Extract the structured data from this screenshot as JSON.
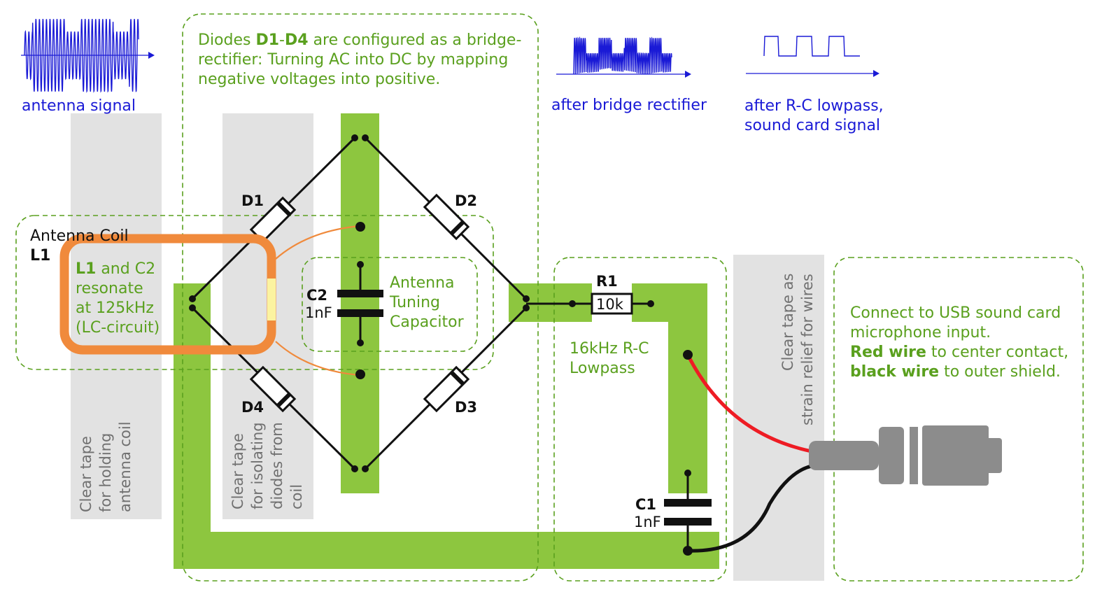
{
  "colors": {
    "trace": "#8dc63f",
    "text_green": "#5aa01e",
    "text_blue": "#1a1ad6",
    "coil": "#f08a3c",
    "tape": "#e2e2e2",
    "tape_text": "#707070",
    "red_wire": "#ee1c24",
    "jack": "#8c8c8c"
  },
  "waveforms": {
    "antenna": "antenna signal",
    "rectified": "after bridge rectifier",
    "lowpass": [
      "after R-C lowpass,",
      "sound card signal"
    ]
  },
  "notes": {
    "bridge": {
      "line1_pre": "Diodes ",
      "line1_bold1": "D1",
      "line1_dash": "-",
      "line1_bold2": "D4",
      "line1_post": " are configured as a bridge-",
      "line2": "rectifier: Turning AC into DC by mapping",
      "line3": "negative voltages into positive."
    },
    "antenna_coil": {
      "title": "Antenna Coil",
      "label": "L1"
    },
    "resonance": {
      "line1_bold": "L1",
      "line1_post": " and C2",
      "line2": "resonate",
      "line3": "at 125kHz",
      "line4": "(LC-circuit)"
    },
    "tuning": [
      "Antenna",
      "Tuning",
      "Capacitor"
    ],
    "lowpass": [
      "16kHz R-C",
      "Lowpass"
    ],
    "connect": {
      "line1": "Connect to USB sound card",
      "line2": "microphone input.",
      "line3_bold": "Red wire",
      "line3_post": " to center contact,",
      "line4_bold": "black wire",
      "line4_post": " to outer shield."
    }
  },
  "tapes": {
    "coil": [
      "Clear tape",
      "for holding",
      "antenna coil"
    ],
    "diodes": [
      "Clear tape",
      "for isolating",
      "diodes from",
      "coil"
    ],
    "strain": [
      "Clear tape as",
      "strain relief for wires"
    ]
  },
  "components": {
    "d1": "D1",
    "d2": "D2",
    "d3": "D3",
    "d4": "D4",
    "c2": {
      "name": "C2",
      "value": "1nF"
    },
    "r1": {
      "name": "R1",
      "value": "10k"
    },
    "c1": {
      "name": "C1",
      "value": "1nF"
    }
  }
}
